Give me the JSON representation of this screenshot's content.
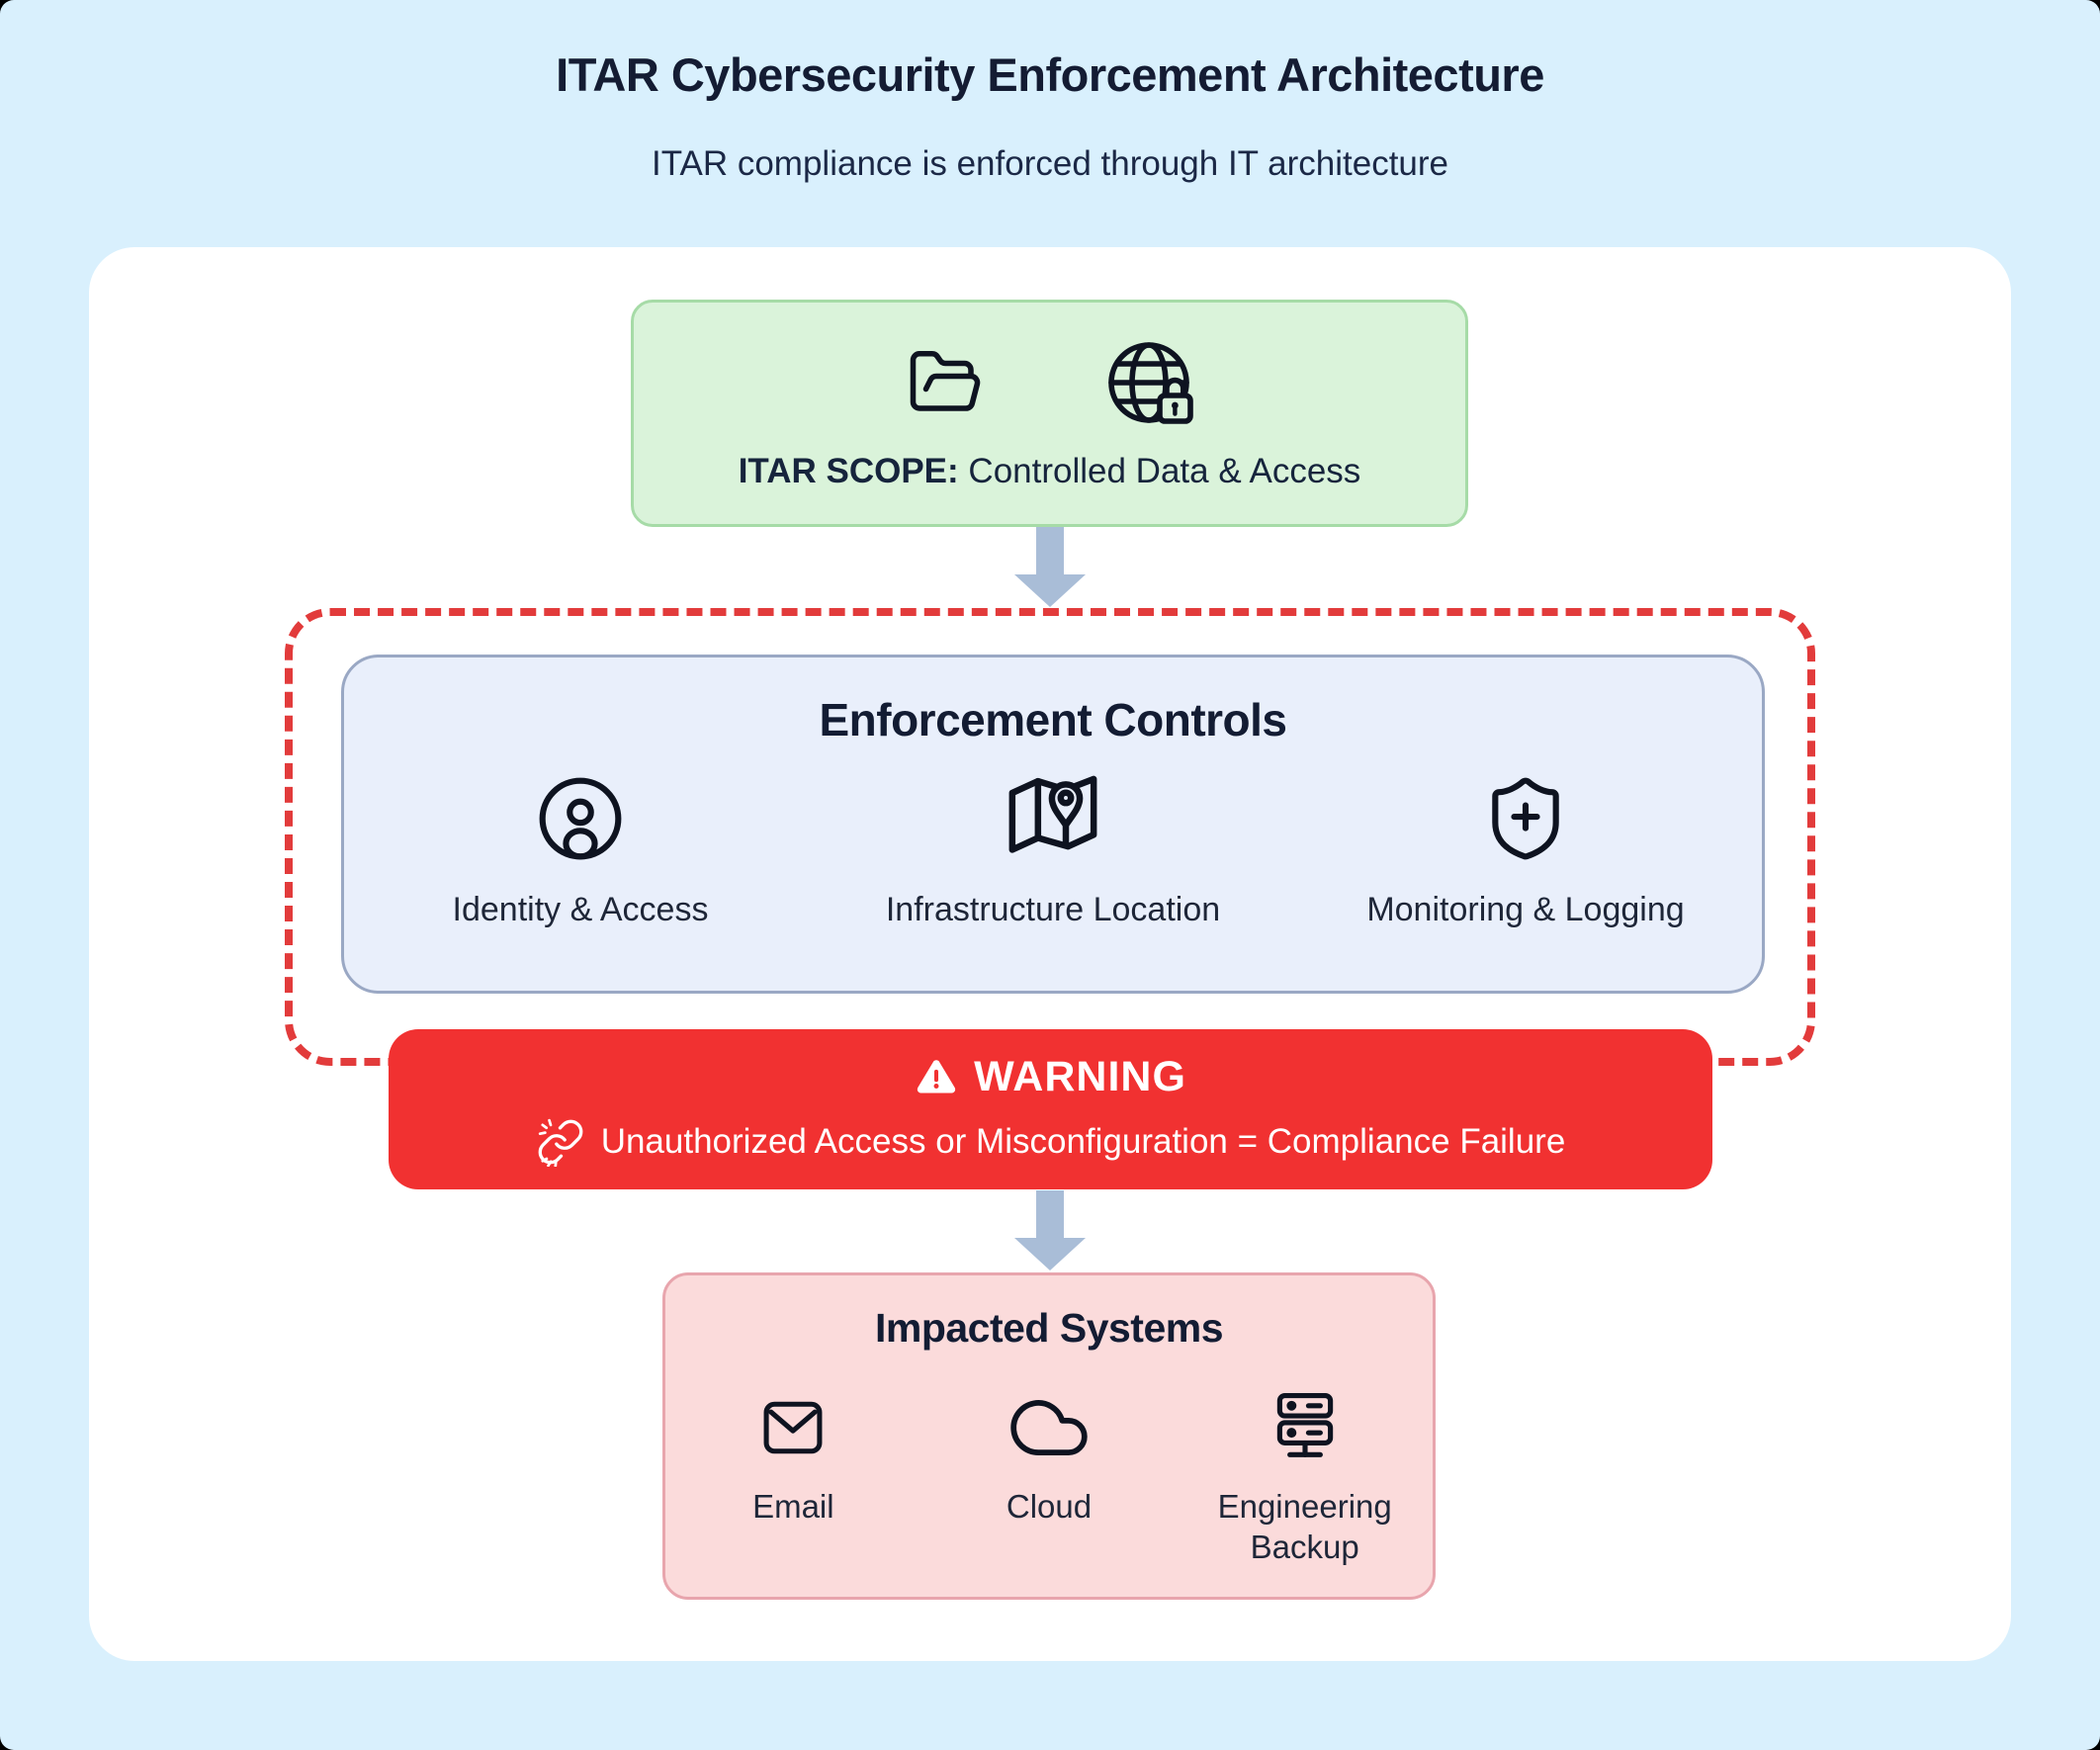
{
  "header": {
    "title": "ITAR Cybersecurity Enforcement Architecture",
    "subtitle": "ITAR compliance is enforced through IT architecture"
  },
  "scope": {
    "prefix": "ITAR SCOPE:",
    "text": "Controlled Data & Access",
    "icons": [
      "folder-open-icon",
      "globe-lock-icon"
    ]
  },
  "enforcement": {
    "title": "Enforcement Controls",
    "items": [
      {
        "icon": "user-circle-icon",
        "label": "Identity & Access"
      },
      {
        "icon": "map-pinned-icon",
        "label": "Infrastructure Location"
      },
      {
        "icon": "shield-plus-icon",
        "label": "Monitoring & Logging"
      }
    ]
  },
  "warning": {
    "title": "WARNING",
    "message": "Unauthorized Access or Misconfiguration = Compliance Failure",
    "icons": [
      "warning-triangle-icon",
      "broken-link-icon"
    ]
  },
  "impacted": {
    "title": "Impacted Systems",
    "items": [
      {
        "icon": "mail-icon",
        "label": "Email"
      },
      {
        "icon": "cloud-icon",
        "label": "Cloud"
      },
      {
        "icon": "server-icon",
        "label": "Engineering Backup"
      }
    ]
  },
  "colors": {
    "page_bg": "#d9f0fd",
    "card_bg": "#ffffff",
    "scope_bg": "#daf3da",
    "scope_border": "#a6dba7",
    "arrow": "#a9bdd7",
    "dashed_border": "#e23b3b",
    "enforcement_bg": "#e9effb",
    "enforcement_border": "#9aa8c4",
    "warning_bg": "#f13131",
    "impacted_bg": "#fbdbdb",
    "impacted_border": "#e8a5ad",
    "text_dark": "#141c33"
  }
}
